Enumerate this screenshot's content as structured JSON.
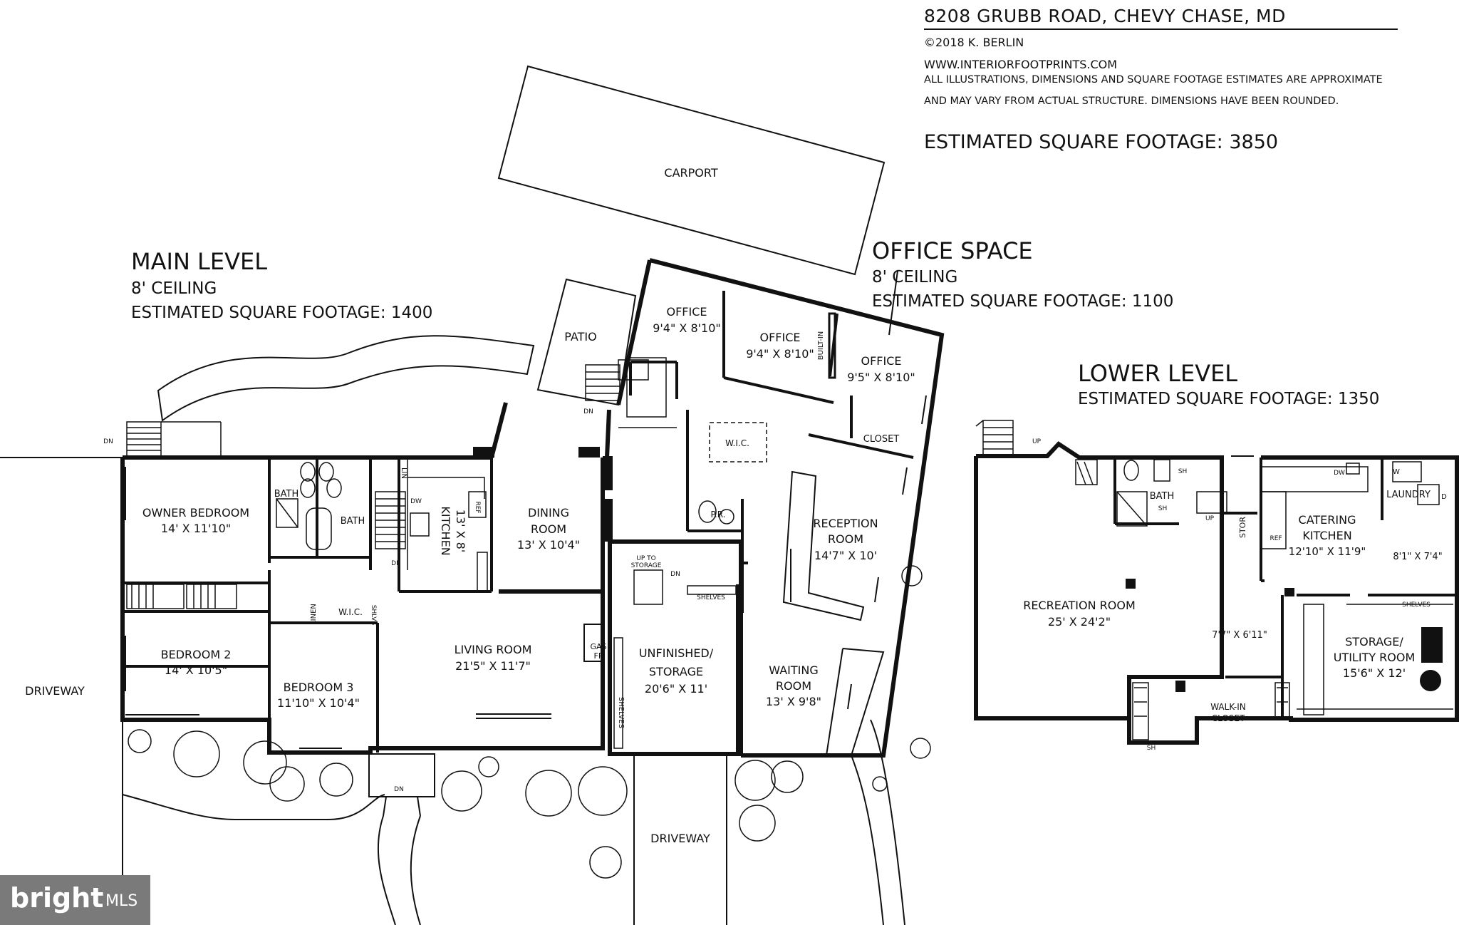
{
  "header": {
    "address": "8208 GRUBB ROAD, CHEVY CHASE, MD",
    "copyright": "©2018 K. BERLIN",
    "website": "WWW.INTERIORFOOTPRINTS.COM",
    "disclaimer_1": "ALL ILLUSTRATIONS, DIMENSIONS AND SQUARE FOOTAGE ESTIMATES ARE APPROXIMATE",
    "disclaimer_2": "AND MAY VARY FROM ACTUAL STRUCTURE. DIMENSIONS HAVE BEEN ROUNDED.",
    "total_sqft": "ESTIMATED SQUARE FOOTAGE: 3850"
  },
  "levels": {
    "main": {
      "title": "MAIN LEVEL",
      "ceiling": "8' CEILING",
      "sqft": "ESTIMATED SQUARE FOOTAGE: 1400"
    },
    "office": {
      "title": "OFFICE SPACE",
      "ceiling": "8' CEILING",
      "sqft": "ESTIMATED SQUARE FOOTAGE: 1100"
    },
    "lower": {
      "title": "LOWER LEVEL",
      "sqft": "ESTIMATED SQUARE FOOTAGE: 1350"
    }
  },
  "rooms": {
    "carport": "CARPORT",
    "patio": "PATIO",
    "office1": "OFFICE",
    "office1_dim": "9'4\" X 8'10\"",
    "office2": "OFFICE",
    "office2_dim": "9'4\" X 8'10\"",
    "office3": "OFFICE",
    "office3_dim": "9'5\" X 8'10\"",
    "built_in": "BUILT-IN",
    "closet": "CLOSET",
    "wic_office": "W.I.C.",
    "pr": "P.R.",
    "reception_1": "RECEPTION",
    "reception_2": "ROOM",
    "reception_dim": "14'7\" X 10'",
    "waiting_1": "WAITING",
    "waiting_2": "ROOM",
    "waiting_dim": "13' X 9'8\"",
    "unfinished_1": "UNFINISHED/",
    "unfinished_2": "STORAGE",
    "unfinished_dim": "20'6\" X 11'",
    "up_to_1": "UP TO",
    "up_to_2": "STORAGE",
    "shelves": "SHELVES",
    "owner_bed": "OWNER BEDROOM",
    "owner_bed_dim": "14' X 11'10\"",
    "bath_a": "BATH",
    "bath_b": "BATH",
    "lin": "LIN",
    "kitchen": "KITCHEN",
    "kitchen_dim": "13' X 8'",
    "dw": "DW",
    "ref": "REF",
    "dining_1": "DINING",
    "dining_2": "ROOM",
    "dining_dim": "13' X 10'4\"",
    "bedroom2": "BEDROOM 2",
    "bedroom2_dim": "14' X 10'5\"",
    "linen": "LINEN",
    "wic_main": "W.I.C.",
    "shlvs": "SHLVS",
    "bedroom3": "BEDROOM 3",
    "bedroom3_dim": "11'10\" X 10'4\"",
    "living": "LIVING ROOM",
    "living_dim": "21'5\" X 11'7\"",
    "gas_1": "GAS",
    "gas_2": "FP",
    "driveway_left": "DRIVEWAY",
    "driveway_bottom": "DRIVEWAY",
    "dn": "DN",
    "up": "UP",
    "recreation": "RECREATION ROOM",
    "recreation_dim": "25' X 24'2\"",
    "bath_lower": "BATH",
    "sh": "SH",
    "stor": "STOR",
    "catering_1": "CATERING",
    "catering_2": "KITCHEN",
    "catering_dim": "12'10\" X 11'9\"",
    "laundry": "LAUNDRY",
    "laundry_dim": "8'1\" X 7'4\"",
    "w": "W",
    "d": "D",
    "hall_dim": "7'7\" X 6'11\"",
    "storage_1": "STORAGE/",
    "storage_2": "UTILITY ROOM",
    "storage_dim": "15'6\" X 12'",
    "walkin_1": "WALK-IN",
    "walkin_2": "CLOSET"
  },
  "logo": {
    "brand": "bright",
    "suffix": "MLS"
  }
}
